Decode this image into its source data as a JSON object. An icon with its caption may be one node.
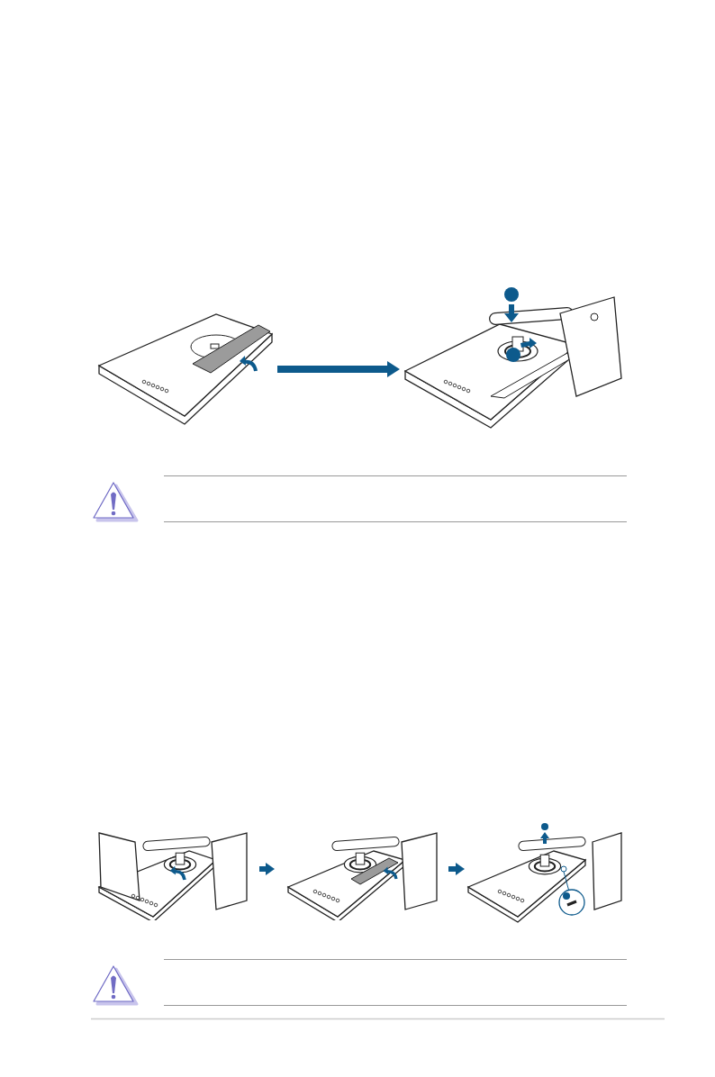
{
  "diagram": {
    "nodes": [
      {
        "text": [],
        "shape": "picture"
      },
      {
        "text": [],
        "shape": "picture"
      },
      {
        "text": [],
        "shape": "picture"
      },
      {
        "text": [],
        "shape": "picture"
      },
      {
        "text": [],
        "shape": "picture"
      }
    ],
    "edges": [
      {
        "from": 0,
        "to": 1,
        "arrow": "to"
      },
      {
        "from": 2,
        "to": 3,
        "arrow": "to"
      },
      {
        "from": 3,
        "to": 4,
        "arrow": "to"
      }
    ]
  }
}
